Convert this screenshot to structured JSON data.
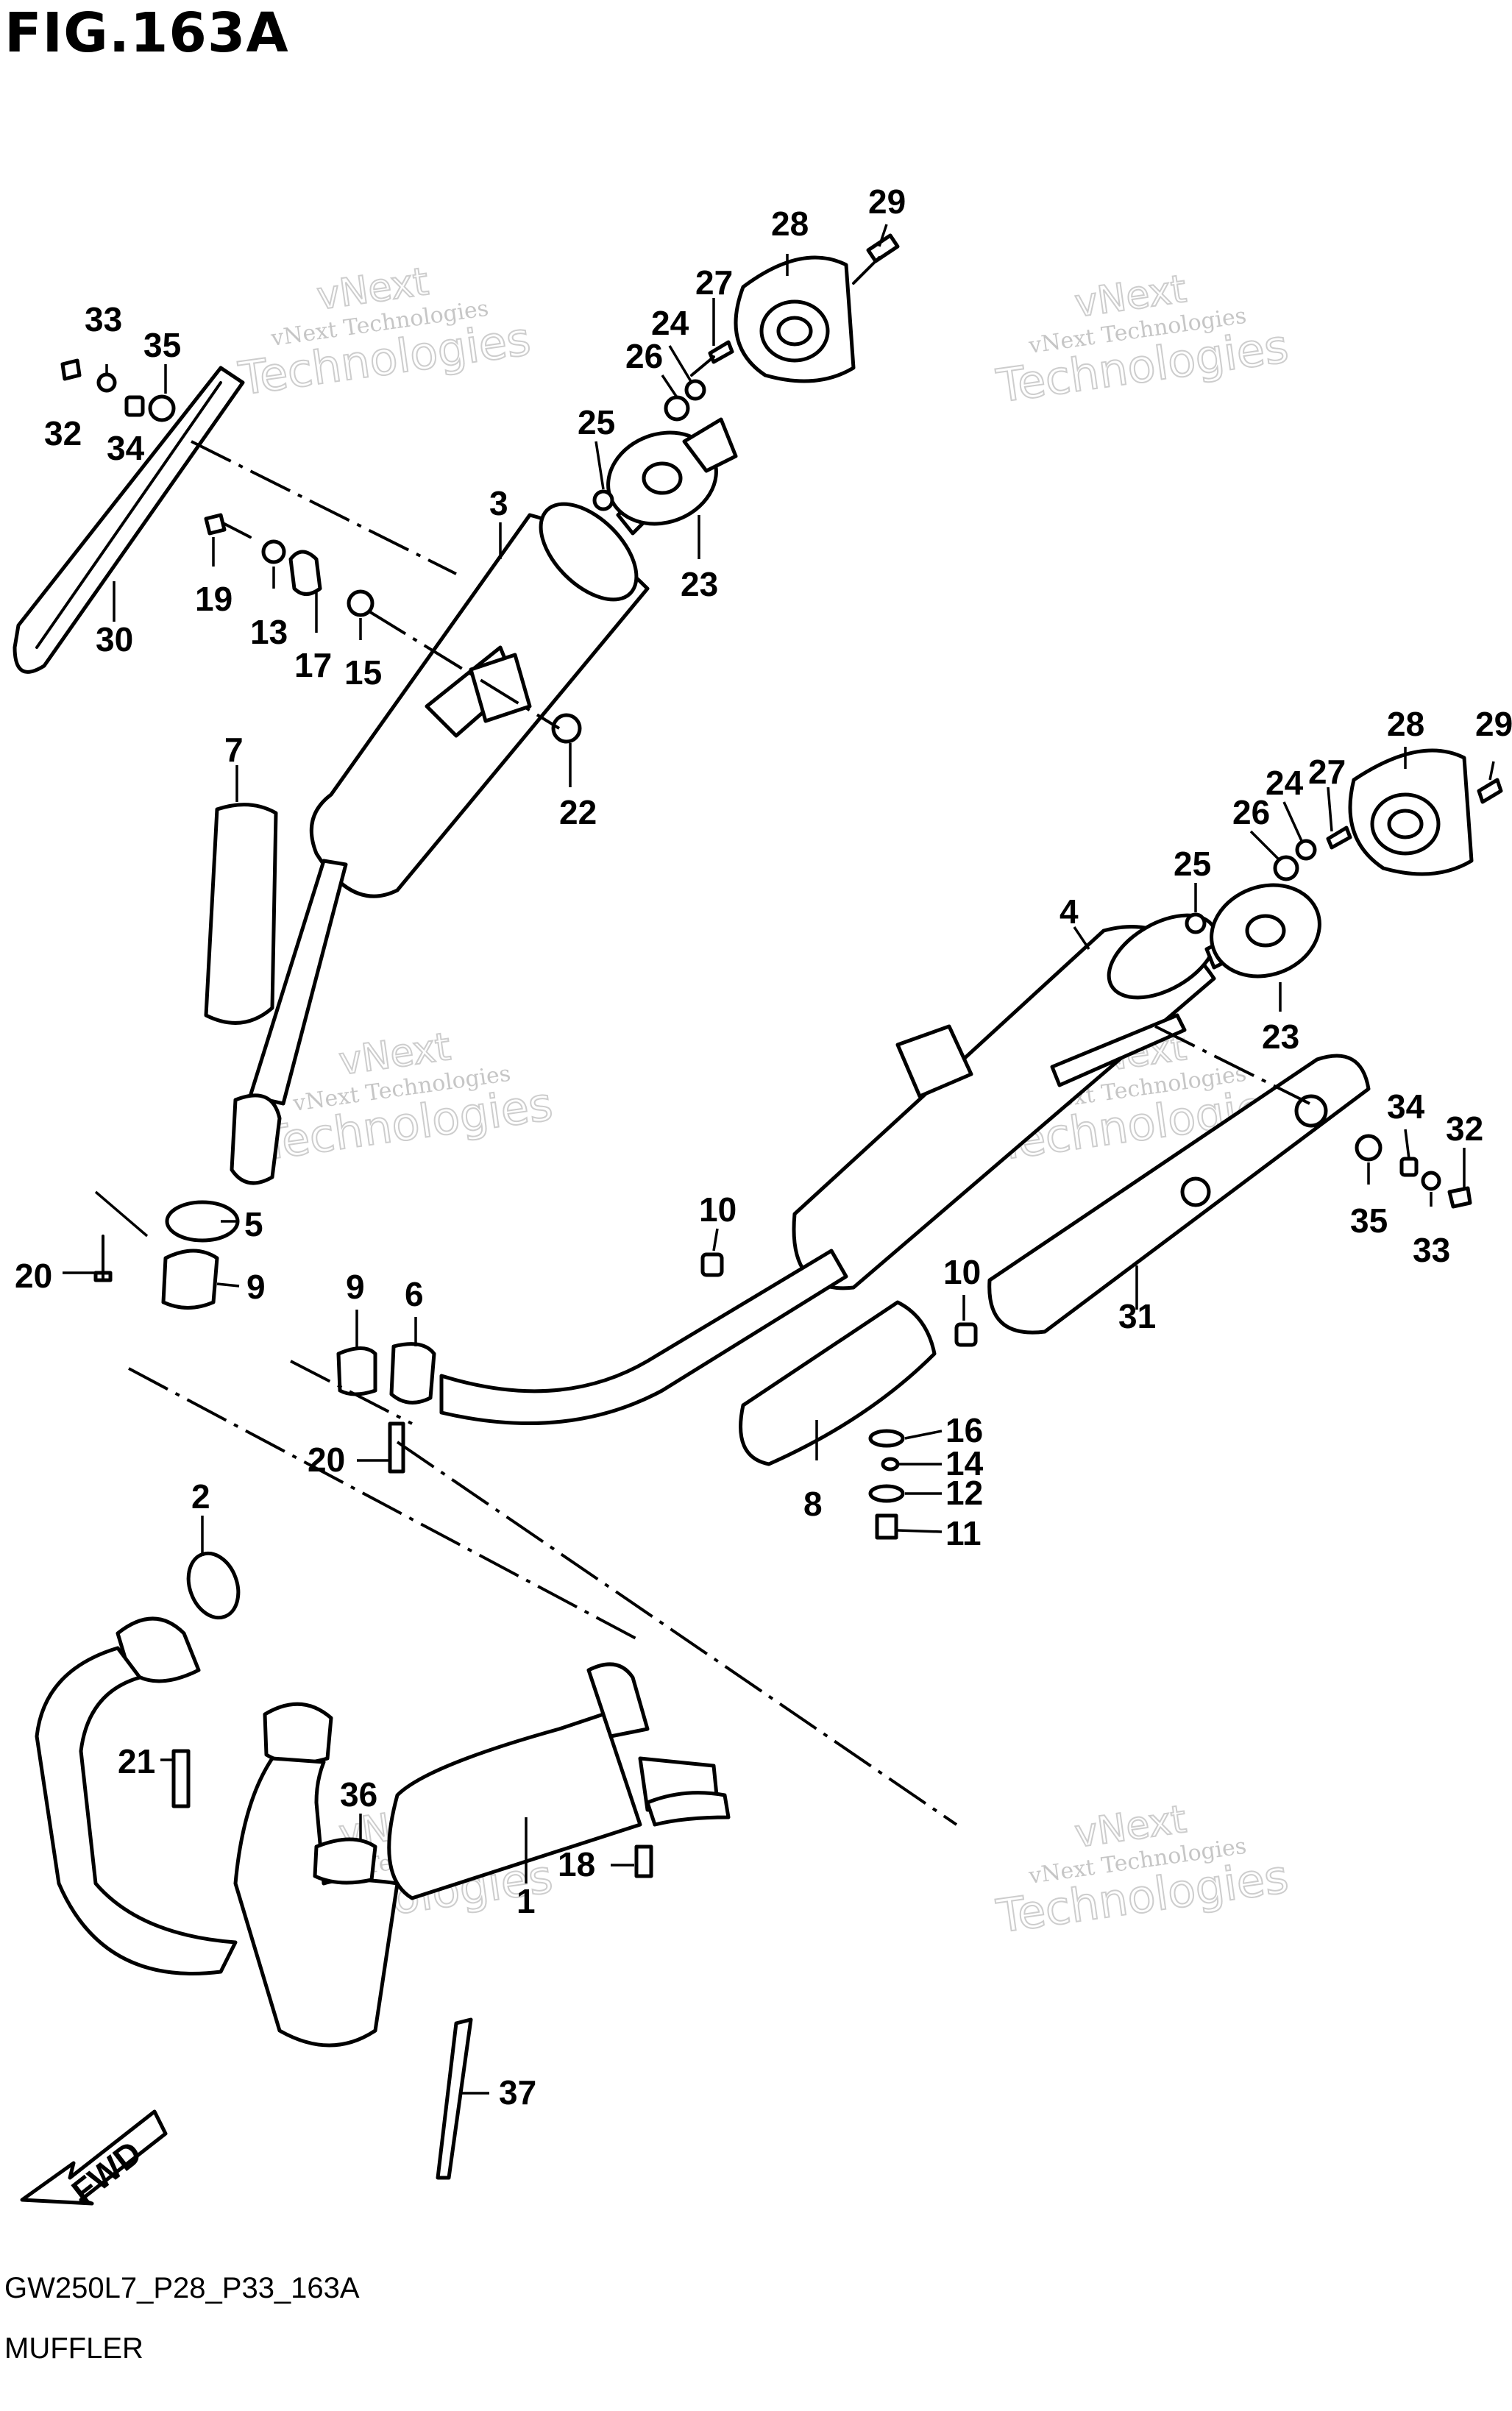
{
  "figure": {
    "title": "FIG.163A",
    "code": "GW250L7_P28_P33_163A",
    "name": "MUFFLER"
  },
  "watermark": {
    "line1": "vNext Technologies",
    "line2": "vNext",
    "line3": "Technologies"
  },
  "fwd_label": "FWD",
  "callouts": [
    {
      "id": "c29a",
      "label": "29"
    },
    {
      "id": "c28a",
      "label": "28"
    },
    {
      "id": "c27a",
      "label": "27"
    },
    {
      "id": "c24a",
      "label": "24"
    },
    {
      "id": "c26a",
      "label": "26"
    },
    {
      "id": "c25a",
      "label": "25"
    },
    {
      "id": "c23a",
      "label": "23"
    },
    {
      "id": "c3",
      "label": "3"
    },
    {
      "id": "c33a",
      "label": "33"
    },
    {
      "id": "c35a",
      "label": "35"
    },
    {
      "id": "c32a",
      "label": "32"
    },
    {
      "id": "c34a",
      "label": "34"
    },
    {
      "id": "c30",
      "label": "30"
    },
    {
      "id": "c19",
      "label": "19"
    },
    {
      "id": "c13",
      "label": "13"
    },
    {
      "id": "c17",
      "label": "17"
    },
    {
      "id": "c15",
      "label": "15"
    },
    {
      "id": "c22",
      "label": "22"
    },
    {
      "id": "c7",
      "label": "7"
    },
    {
      "id": "c28b",
      "label": "28"
    },
    {
      "id": "c29b",
      "label": "29"
    },
    {
      "id": "c24b",
      "label": "24"
    },
    {
      "id": "c27b",
      "label": "27"
    },
    {
      "id": "c26b",
      "label": "26"
    },
    {
      "id": "c25b",
      "label": "25"
    },
    {
      "id": "c4",
      "label": "4"
    },
    {
      "id": "c23b",
      "label": "23"
    },
    {
      "id": "c34b",
      "label": "34"
    },
    {
      "id": "c32b",
      "label": "32"
    },
    {
      "id": "c35b",
      "label": "35"
    },
    {
      "id": "c33b",
      "label": "33"
    },
    {
      "id": "c5",
      "label": "5"
    },
    {
      "id": "c20a",
      "label": "20"
    },
    {
      "id": "c9a",
      "label": "9"
    },
    {
      "id": "c10a",
      "label": "10"
    },
    {
      "id": "c10b",
      "label": "10"
    },
    {
      "id": "c31",
      "label": "31"
    },
    {
      "id": "c9b",
      "label": "9"
    },
    {
      "id": "c6",
      "label": "6"
    },
    {
      "id": "c16",
      "label": "16"
    },
    {
      "id": "c14",
      "label": "14"
    },
    {
      "id": "c12",
      "label": "12"
    },
    {
      "id": "c11",
      "label": "11"
    },
    {
      "id": "c20b",
      "label": "20"
    },
    {
      "id": "c8",
      "label": "8"
    },
    {
      "id": "c2",
      "label": "2"
    },
    {
      "id": "c21",
      "label": "21"
    },
    {
      "id": "c36",
      "label": "36"
    },
    {
      "id": "c18",
      "label": "18"
    },
    {
      "id": "c1",
      "label": "1"
    },
    {
      "id": "c37",
      "label": "37"
    }
  ]
}
